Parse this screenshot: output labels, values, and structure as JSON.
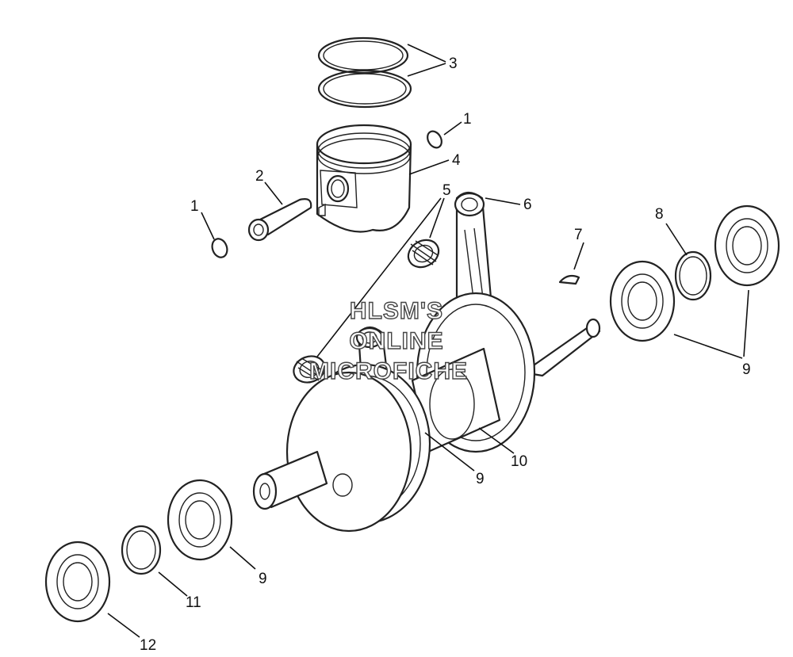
{
  "watermark": {
    "line1": "HLSM'S",
    "line2": "ONLINE",
    "line3": "MICROFICHE"
  },
  "callouts": [
    {
      "id": "c3",
      "label": "3"
    },
    {
      "id": "c1a",
      "label": "1"
    },
    {
      "id": "c4",
      "label": "4"
    },
    {
      "id": "c2",
      "label": "2"
    },
    {
      "id": "c1b",
      "label": "1"
    },
    {
      "id": "c5",
      "label": "5"
    },
    {
      "id": "c6",
      "label": "6"
    },
    {
      "id": "c7",
      "label": "7"
    },
    {
      "id": "c8",
      "label": "8"
    },
    {
      "id": "c9a",
      "label": "9"
    },
    {
      "id": "c10",
      "label": "10"
    },
    {
      "id": "c9b",
      "label": "9"
    },
    {
      "id": "c9c",
      "label": "9"
    },
    {
      "id": "c11",
      "label": "11"
    },
    {
      "id": "c12",
      "label": "12"
    }
  ]
}
